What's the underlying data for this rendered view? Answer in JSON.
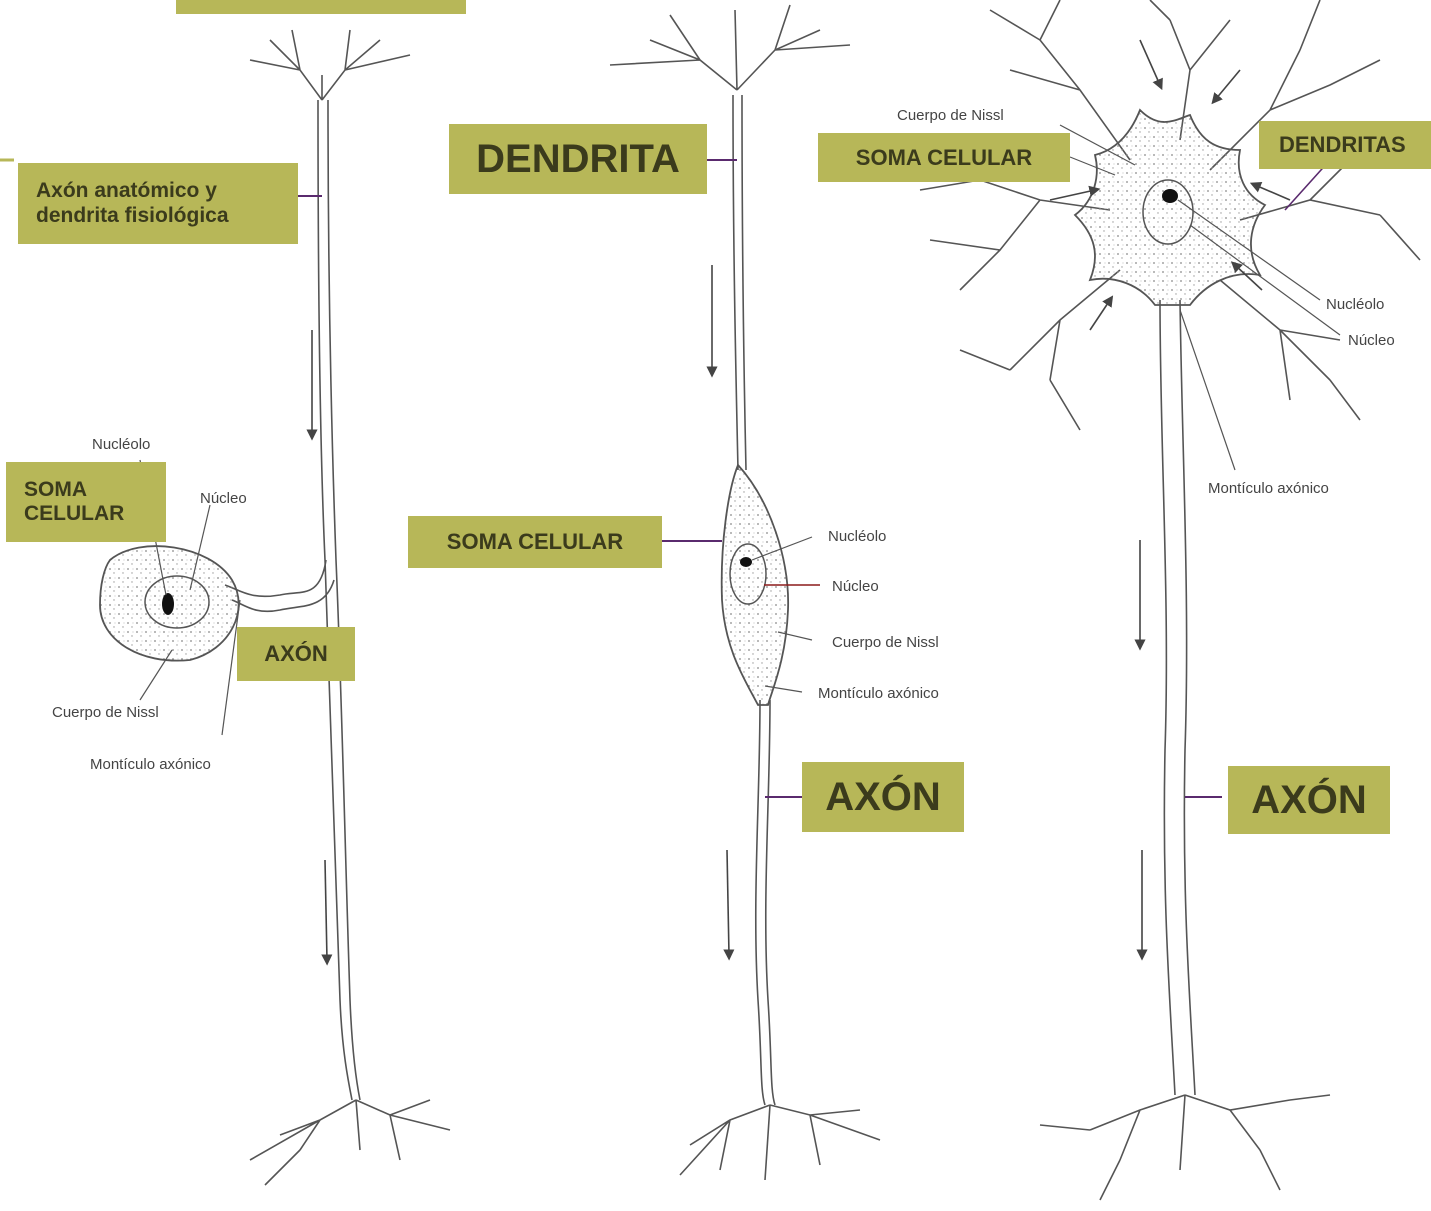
{
  "neuron1": {
    "box_axon_dendrite": "Axón anatómico y dendrita fisiológica",
    "box_soma": "SOMA CELULAR",
    "box_axon": "AXÓN",
    "lbl_nucleolo": "Nucléolo",
    "lbl_nucleo": "Núcleo",
    "lbl_nissl": "Cuerpo de Nissl",
    "lbl_monticulo": "Montículo axónico"
  },
  "neuron2": {
    "box_dendrita": "DENDRITA",
    "box_soma": "SOMA CELULAR",
    "box_axon": "AXÓN",
    "lbl_nucleolo": "Nucléolo",
    "lbl_nucleo": "Núcleo",
    "lbl_nissl": "Cuerpo de Nissl",
    "lbl_monticulo": "Montículo axónico"
  },
  "neuron3": {
    "box_soma": "SOMA CELULAR",
    "box_dendritas": "DENDRITAS",
    "box_axon": "AXÓN",
    "lbl_nissl": "Cuerpo de Nissl",
    "lbl_nucleolo": "Nucléolo",
    "lbl_nucleo": "Núcleo",
    "lbl_monticulo": "Montículo axónico"
  },
  "colors": {
    "label_box": "#b7b758",
    "label_text": "#3b3b1c",
    "line": "#555555",
    "leader": "#5a2a6e"
  }
}
